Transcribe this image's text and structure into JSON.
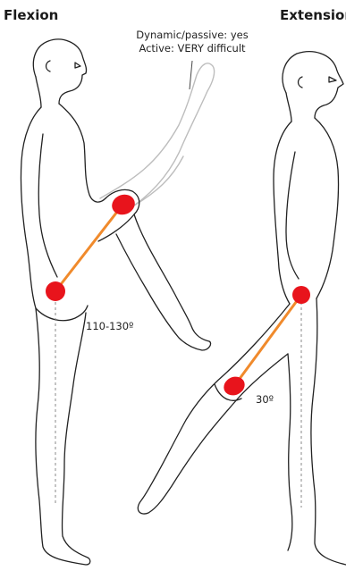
{
  "labels": {
    "flexion_title": "Flexion",
    "extension_title": "Extension",
    "note_line1": "Dynamic/passive: yes",
    "note_line2": "Active: VERY difficult",
    "flexion_angle": "110-130º",
    "extension_angle": "30º"
  },
  "colors": {
    "joint_marker": "#e8141c",
    "femur_line": "#f08a2c",
    "outline": "#222222",
    "ghost_outline": "#bdbdbd",
    "plumb_line": "#888888"
  },
  "figures": [
    {
      "name": "flexion-figure",
      "range_label": "110-130º"
    },
    {
      "name": "extension-figure",
      "range_label": "30º"
    }
  ]
}
